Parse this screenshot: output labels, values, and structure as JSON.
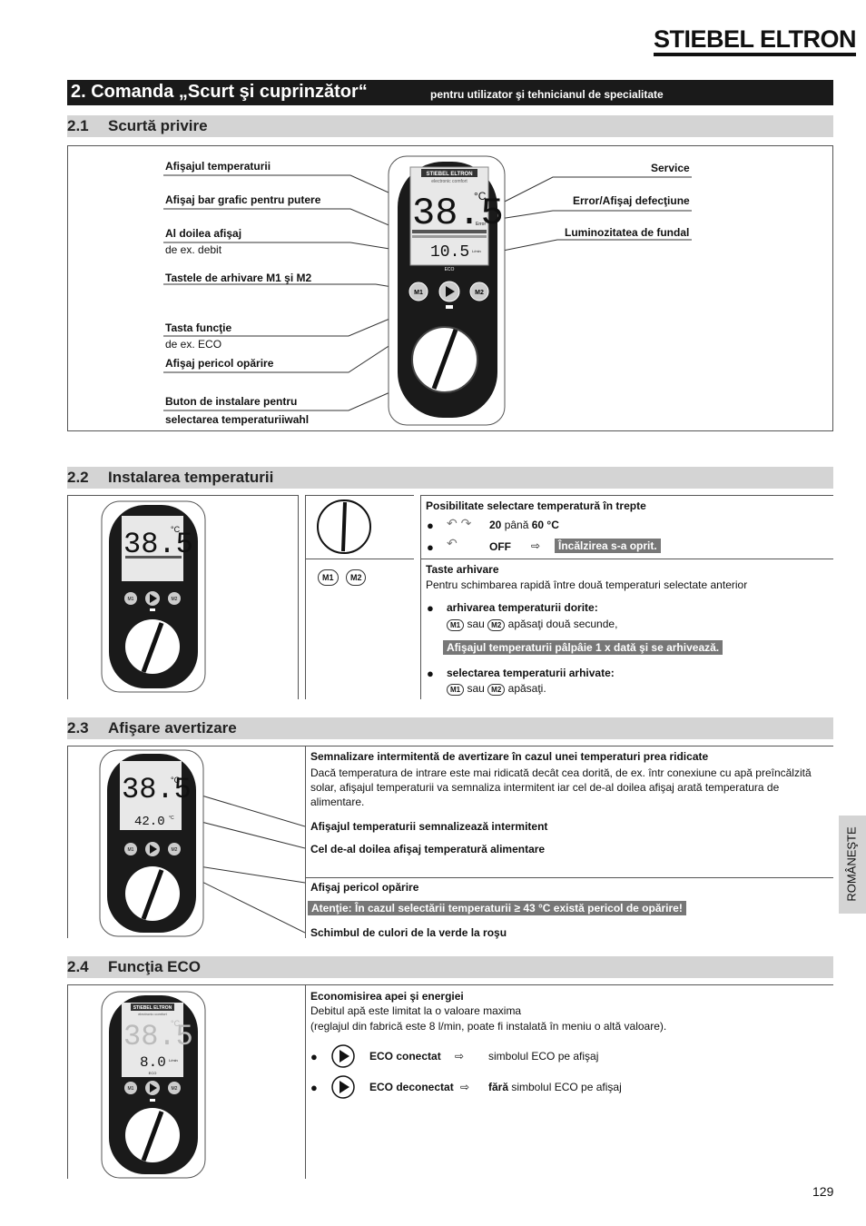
{
  "brand": "STIEBEL ELTRON",
  "header": {
    "title": "2. Comanda „Scurt şi cuprinzător“",
    "subtitle": "pentru utilizator şi tehnicianul de specialitate"
  },
  "sections": {
    "s21": {
      "num": "2.1",
      "title": "Scurtă privire"
    },
    "s22": {
      "num": "2.2",
      "title": "Instalarea temperaturii"
    },
    "s23": {
      "num": "2.3",
      "title": "Afişare avertizare"
    },
    "s24": {
      "num": "2.4",
      "title": "Funcţia ECO"
    }
  },
  "overview": {
    "left_labels": {
      "temp_display": "Afişajul temperaturii",
      "power_bar": "Afişaj bar grafic pentru putere",
      "second_display": "Al doilea afişaj",
      "second_display_ex": "de ex. debit",
      "memory_keys": "Tastele de arhivare M1 şi M2",
      "function_key": "Tasta funcţie",
      "function_key_ex": "de ex. ECO",
      "scald_display": "Afişaj pericol opărire",
      "knob_line1": "Buton de instalare pentru",
      "knob_line2": "selectarea temperaturiiwahl"
    },
    "right_labels": {
      "service": "Service",
      "error": "Error/Afişaj defecţiune",
      "backlight": "Luminozitatea de fundal"
    },
    "device": {
      "brand": "STIEBEL ELTRON",
      "brand_sub": "electronic comfort",
      "temp": "38.5",
      "unit": "°C",
      "error": "Error",
      "flow": "10.5",
      "flow_unit": "L/min",
      "eco": "ECO",
      "m1": "M1",
      "m2": "M2"
    }
  },
  "temperature": {
    "device_temp": "38.5",
    "device_unit": "°C",
    "m1": "M1",
    "m2": "M2",
    "step_title": "Posibilitate selectare temperatură în trepte",
    "range_from": "20",
    "range_mid": " până ",
    "range_to": "60 °C",
    "off": "OFF",
    "off_note": "Încălzirea s-a oprit.",
    "memory_title": "Taste arhivare",
    "memory_desc": "Pentru schimbarea rapidă între două temperaturi selectate anterior",
    "store_title": "arhivarea temperaturii dorite:",
    "store_or": "sau",
    "store_action": "apăsaţi două secunde,",
    "store_note": "Afişajul temperaturii pâlpâie 1 x dată şi se arhivează.",
    "select_title": "selectarea temperaturii arhivate:",
    "select_or": "sau",
    "select_action": "apăsaţi."
  },
  "warning": {
    "device_temp": "38.5",
    "device_unit": "°C",
    "device_flow": "42.0",
    "device_flow_unit": "°C",
    "m1": "M1",
    "m2": "M2",
    "title": "Semnalizare intermitentă de avertizare în cazul unei temperaturi prea ridicate",
    "desc": "Dacă temperatura de intrare este mai ridicată decât cea dorită, de ex. într conexiune cu apă preîncălzită solar, afişajul temperaturii va semnaliza intermitent iar cel de-al doilea afişaj arată temperatura de alimentare.",
    "l1": "Afişajul temperaturii semnalizează intermitent",
    "l2": "Cel de-al doilea afişaj temperatură alimentare",
    "l3": "Afişaj pericol opărire",
    "alert": "Atenţie: În cazul selectării temperaturii ≥ 43 °C există pericol de opărire!",
    "l4": "Schimbul de culori de la verde la roşu"
  },
  "eco": {
    "device_brand": "STIEBEL ELTRON",
    "device_brand_sub": "electronic comfort",
    "device_temp": "38.5",
    "device_unit": "°C",
    "device_flow": "8.0",
    "device_flow_unit": "L/min",
    "device_eco": "ECO",
    "m1": "M1",
    "m2": "M2",
    "title": "Economisirea apei şi energiei",
    "desc1": "Debitul apă este limitat la o valoare maxima",
    "desc2": "(reglajul din fabrică este 8 l/min, poate fi instalată în meniu o altă valoare).",
    "on_label": "ECO conectat",
    "on_desc": "simbolul ECO pe afişaj",
    "off_label": "ECO deconectat",
    "off_bold": "fără",
    "off_desc": " simbolul ECO pe afişaj"
  },
  "side_tab": "ROMÂNEŞTE",
  "page_number": "129"
}
